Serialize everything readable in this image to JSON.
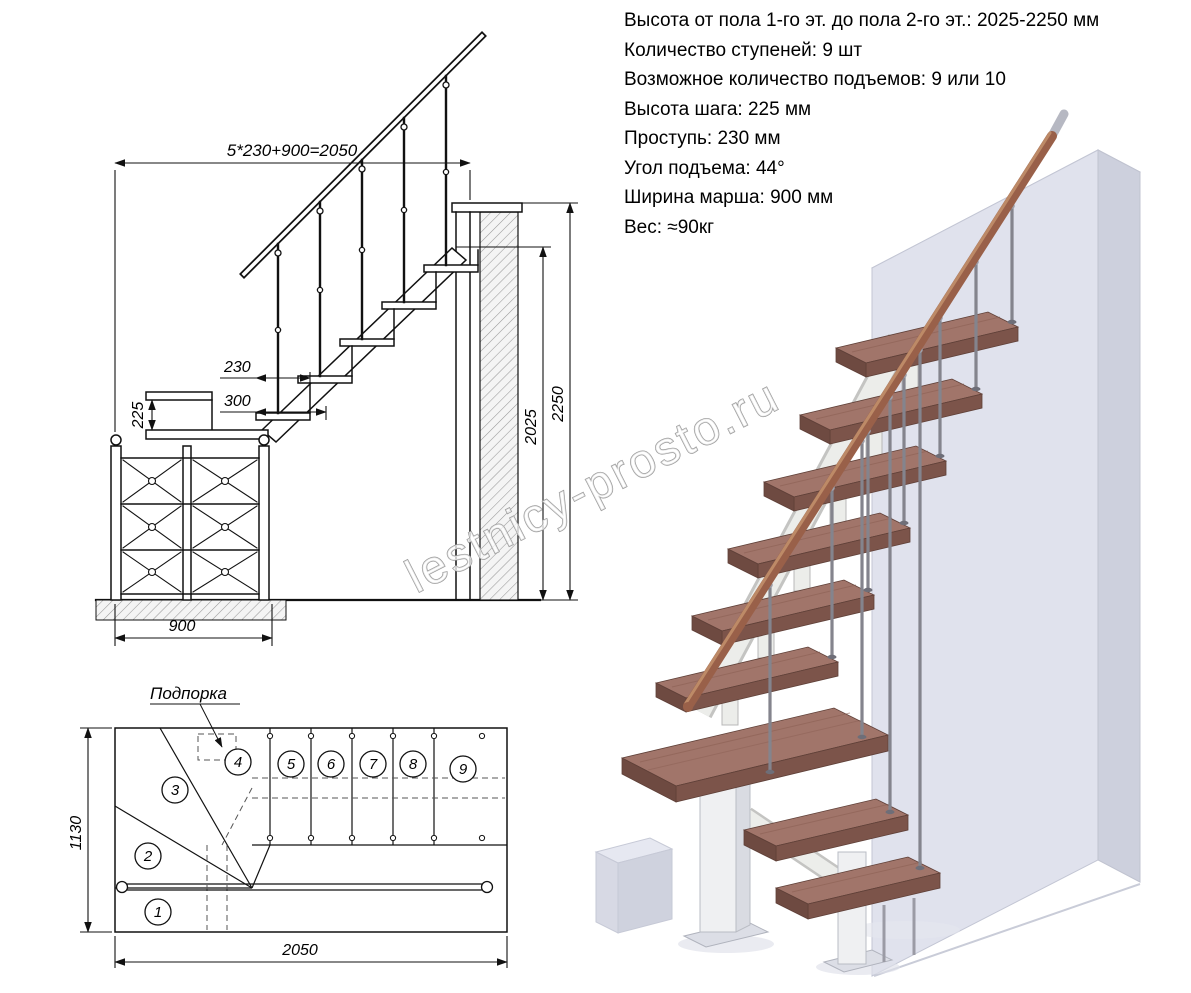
{
  "watermark": "lestnicy-prosto.ru",
  "specs": {
    "items": [
      "Высота от пола 1-го эт. до пола 2-го эт.: 2025-2250 мм",
      "Количество ступеней: 9 шт",
      "Возможное количество подъемов: 9 или 10",
      "Высота шага: 225 мм",
      "Проступь: 230 мм",
      "Угол подъема: 44°",
      "Ширина марша: 900 мм",
      "Вес: ≈90кг"
    ]
  },
  "side_view": {
    "dims": {
      "top_formula": "5*230+900=2050",
      "tread_depth": "230",
      "step_run": "300",
      "riser_height": "225",
      "total_height_max": "2250",
      "total_height_min": "2025",
      "march_width": "900"
    }
  },
  "plan_view": {
    "support_label": "Подпорка",
    "dims": {
      "width": "1130",
      "length": "2050"
    },
    "steps": [
      "1",
      "2",
      "3",
      "4",
      "5",
      "6",
      "7",
      "8",
      "9"
    ]
  },
  "colors": {
    "tread": "#a1756a",
    "handrail": "#996049",
    "metal_frame": "#ececea",
    "wall": "#e0e2ed",
    "line": "#111111",
    "watermark_outline": "#9a9a9a"
  }
}
